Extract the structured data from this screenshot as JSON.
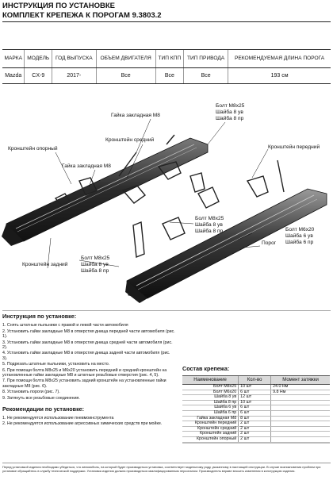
{
  "header": {
    "line1": "ИНСТРУКЦИЯ ПО УСТАНОВКЕ",
    "line2": "КОМПЛЕКТ КРЕПЕЖА К ПОРОГАМ 9.3803.2"
  },
  "spec_table": {
    "headers": [
      "МАРКА",
      "МОДЕЛЬ",
      "ГОД ВЫПУСКА",
      "ОБЪЕМ ДВИГАТЕЛЯ",
      "ТИП КПП",
      "ТИП ПРИВОДА",
      "РЕКОМЕНДУЕМАЯ ДЛИНА ПОРОГА"
    ],
    "row": [
      "Mazda",
      "CX-9",
      "2017-",
      "Все",
      "Все",
      "Все",
      "193 см"
    ]
  },
  "diagram_labels": {
    "nut_top": "Гайка закладная М8",
    "bolt_top_right": "Болт М8х25\nШайба 8 ув\nШайба 8 пр",
    "bracket_middle": "Кронштейн средний",
    "bracket_support": "Кронштейн опорный",
    "bracket_front": "Кронштейн передний",
    "nut_mid": "Гайка закладная М8",
    "bolt_center": "Болт М8х25\nШайба 8 ув\nШайба 8 пр",
    "bolt_m6": "Болт М6х20\nШайба 6 ув\nШайба 6 пр",
    "threshold": "Порог",
    "bolt_left": "Болт М8х25\nШайба 8 ув\nШайба 8 пр",
    "bracket_rear": "Кронштейн задний"
  },
  "instructions": {
    "title": "Инструкция по установке:",
    "steps": [
      "1. Снять штатные пыльники с правой и левой части автомобиля",
      "2. Установить гайки закладные М8 в отверстия днища передней части автомобиля (рис. 1).",
      "3. Установить гайки закладные М8 в отверстия днища средней части автомобиля (рис. 2).",
      "4. Установить гайки закладные М8 в отверстия днища задней части автомобиля (рис. 3).",
      "5. Подрезать штатные пыльники, установить на место.",
      "6. При помощи болта М8х25 и М6х20 установить передний и средний кронштейн на установленные гайки закладные М8 и штатные резьбовые отверстия (рис. 4, 5).",
      "7. При помощи болта М8х25 установить задний кронштейн на установленные гайки закладные М8 (рис. 6).",
      "8. Установить пороги (рис. 7).",
      "9. Затянуть все резьбовые соединения."
    ],
    "rec_title": "Рекомендации по установке:",
    "recs": [
      "1. Не рекомендуется использование пневмоинструмента",
      "2. Не рекомендуется использование агрессивных химических средств при мойке."
    ]
  },
  "kit": {
    "title": "Состав крепежа:",
    "headers": [
      "Наименование",
      "Кол-во",
      "Момент затяжки"
    ],
    "rows": [
      [
        "Болт М8х25",
        "10 шт",
        "24.0 Нм"
      ],
      [
        "Болт М6х20",
        "6 шт",
        "9.8 Нм"
      ],
      [
        "Шайба 8 ув",
        "12 шт",
        ""
      ],
      [
        "Шайба 8 пр",
        "10 шт",
        ""
      ],
      [
        "Шайба 6 ув",
        "6 шт",
        ""
      ],
      [
        "Шайба 6 пр",
        "6 шт",
        ""
      ],
      [
        "Гайка закладная М8",
        "8 шт",
        ""
      ],
      [
        "Кронштейн передний",
        "2 шт",
        ""
      ],
      [
        "Кронштейн средний",
        "2 шт",
        ""
      ],
      [
        "Кронштейн задний",
        "2 шт",
        ""
      ],
      [
        "Кронштейн опорный",
        "2 шт",
        ""
      ],
      [
        "",
        "",
        ""
      ]
    ]
  },
  "footer": "Перед установкой изделия необходимо убедиться, что автомобиль, на который будет производиться установка, соответствует модельному ряду, указанному в настоящей инструкции. В случае возникновения проблем при установке обращайтесь в службу технической поддержки. Установка изделия должна производиться квалифицированным персоналом. Производитель вправе вносить изменения в конструкцию изделия."
}
